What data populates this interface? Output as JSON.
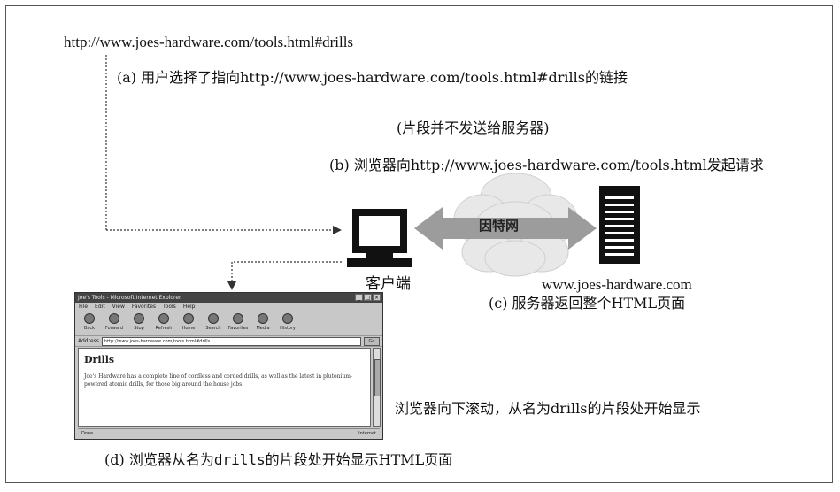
{
  "top_url": "http://www.joes-hardware.com/tools.html#drills",
  "steps": {
    "a": "(a) 用户选择了指向http://www.joes-hardware.com/tools.html#drills的链接",
    "fragment_note": "(片段并不发送给服务器)",
    "b": "(b) 浏览器向http://www.joes-hardware.com/tools.html发起请求",
    "c": "(c) 服务器返回整个HTML页面",
    "scroll_note": "浏览器向下滚动，从名为drills的片段处开始显示",
    "d_prefix": "(d) 浏览器从名为",
    "d_mono": "drills",
    "d_suffix": "的片段处开始显示HTML页面"
  },
  "labels": {
    "internet": "因特网",
    "client": "客户端",
    "server": "www.joes-hardware.com"
  },
  "browser": {
    "title": "Joe's Tools - Microsoft Internet Explorer",
    "menu": [
      "File",
      "Edit",
      "View",
      "Favorites",
      "Tools",
      "Help"
    ],
    "toolbar": [
      "Back",
      "Forward",
      "Stop",
      "Refresh",
      "Home",
      "Search",
      "Favorites",
      "Media",
      "History"
    ],
    "address_label": "Address",
    "address_value": "http://www.joes-hardware.com/tools.html#drills",
    "go": "Go",
    "heading": "Drills",
    "body": "Joe's Hardware has a complete line of cordless and corded drills, as well as the latest in plutonium-powered atomic drills, for those big around the house jobs.",
    "status_left": "Done",
    "status_right": "Internet"
  },
  "colors": {
    "arrow": "#9a9a9a",
    "cloud": "#e6e6e6",
    "device": "#111111"
  }
}
